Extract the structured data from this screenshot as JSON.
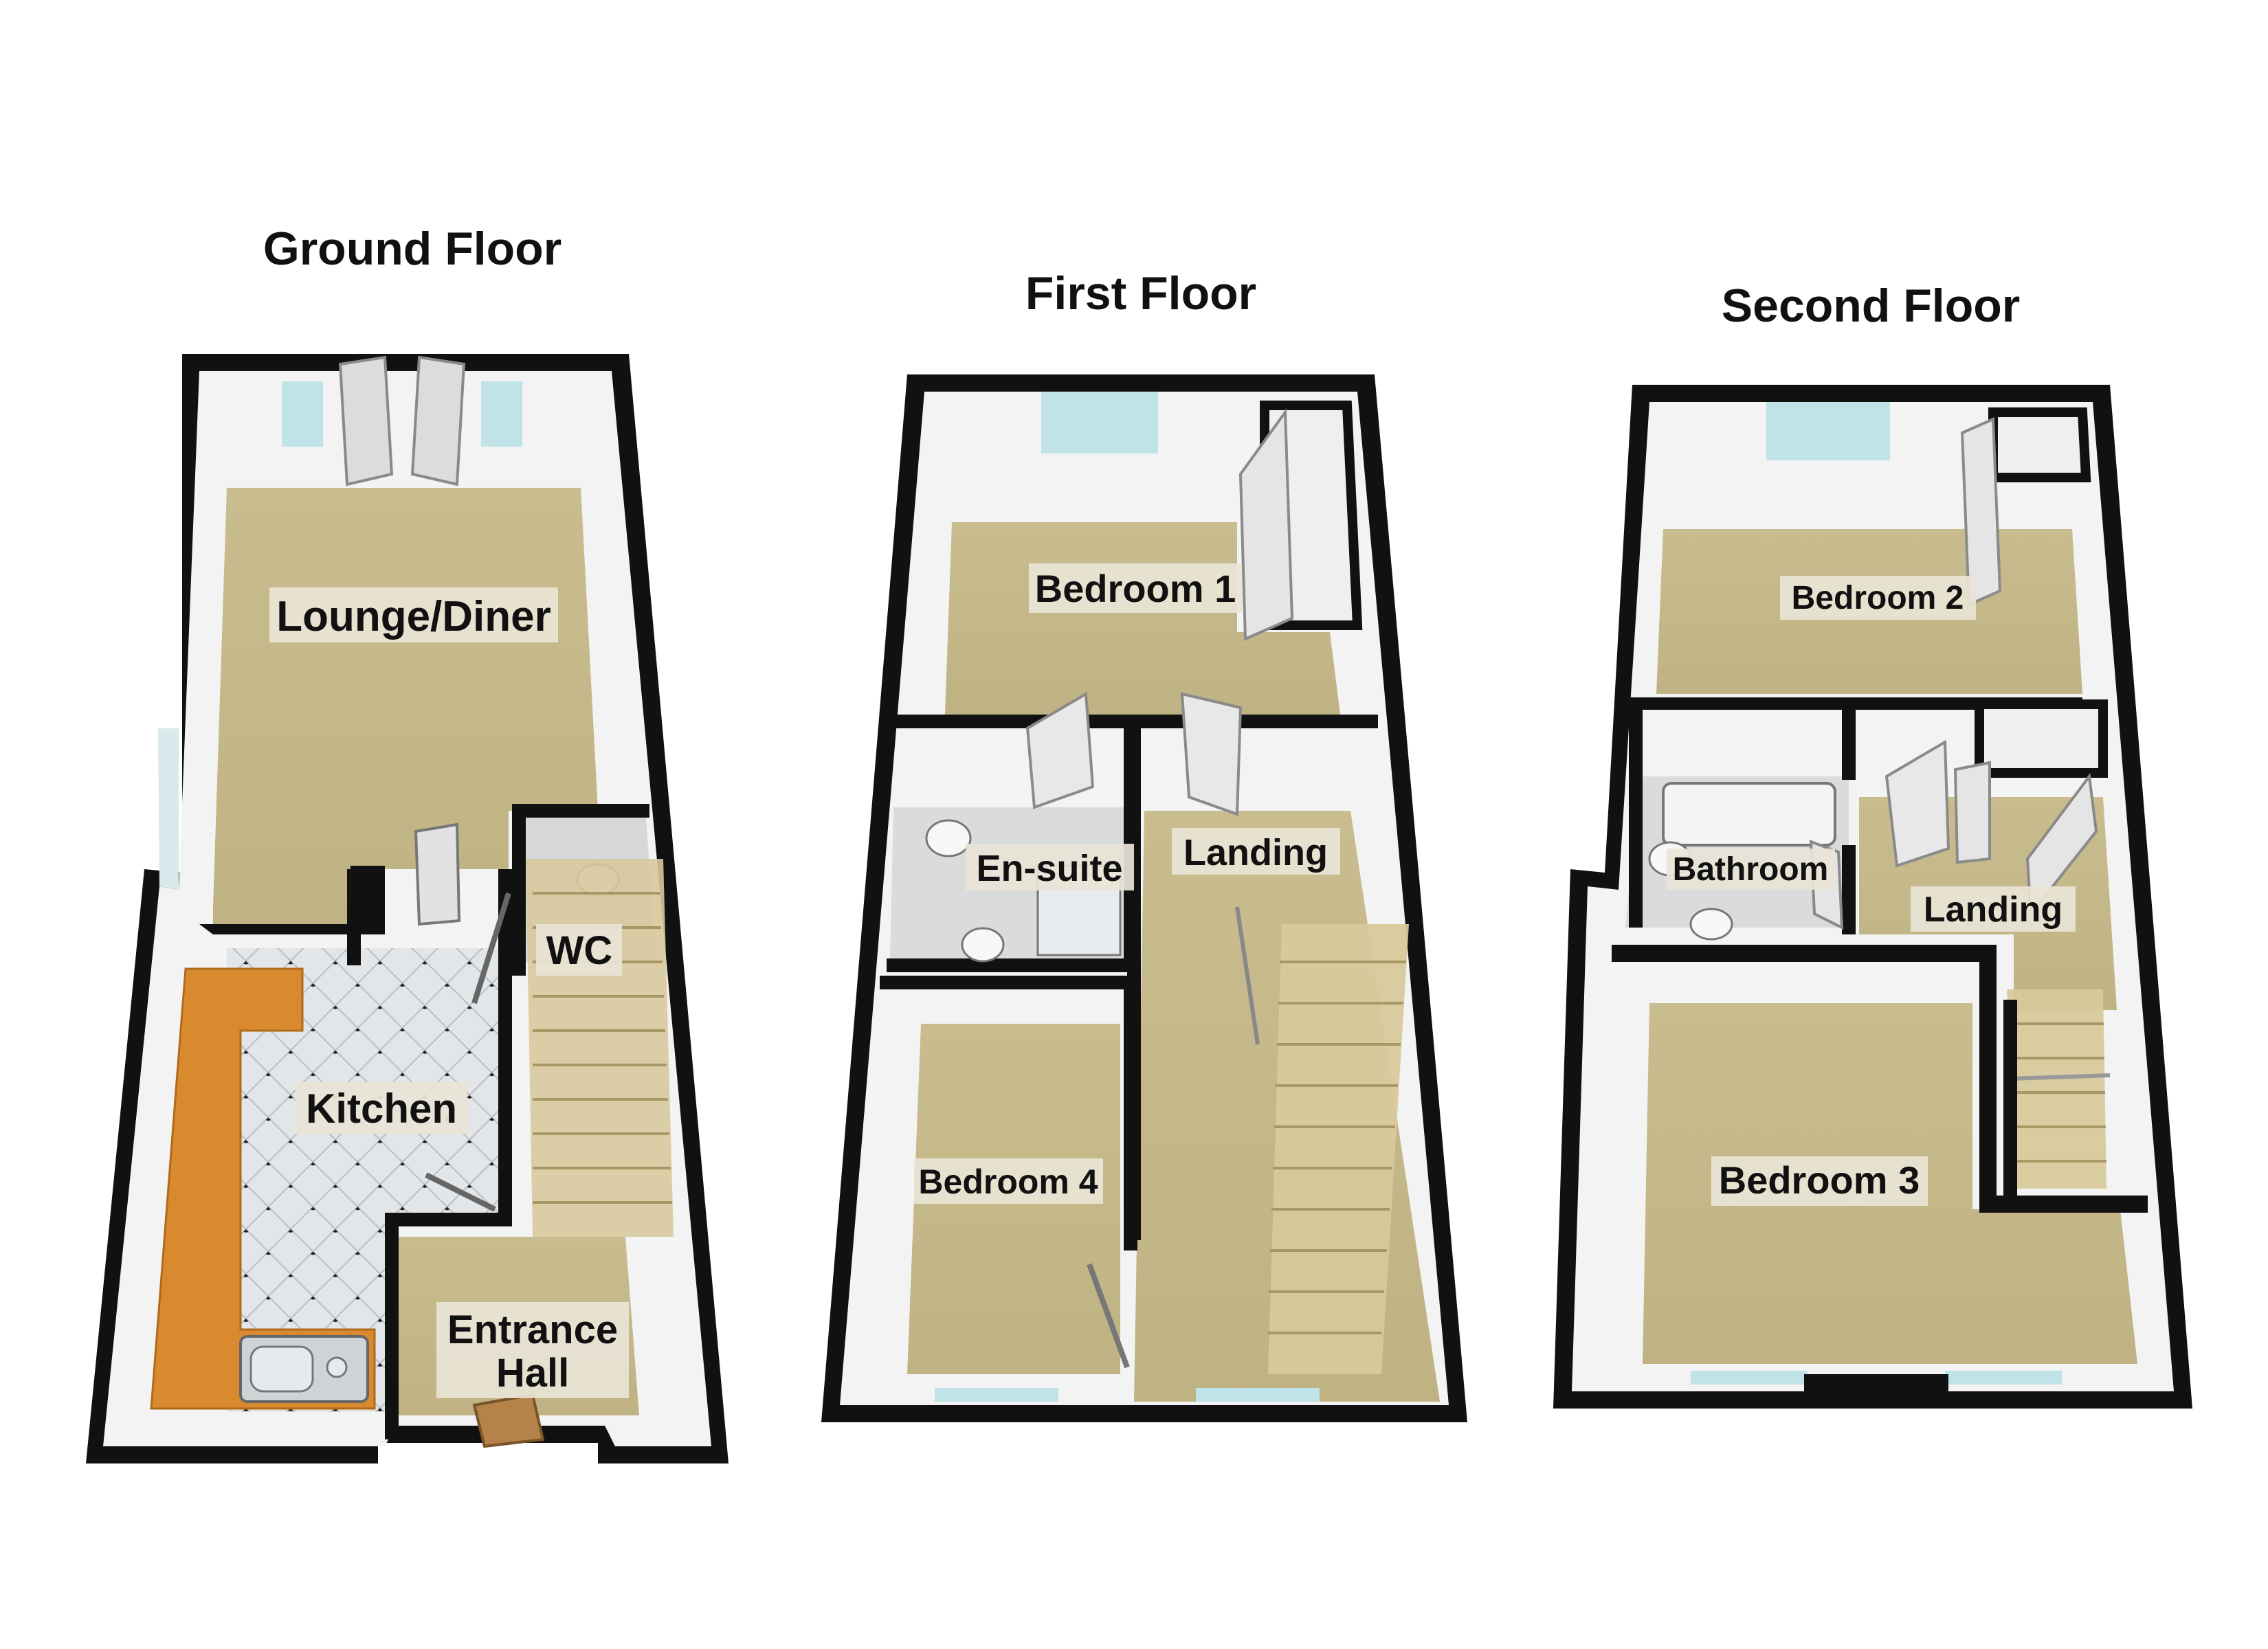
{
  "floors": [
    {
      "title": "Ground Floor",
      "rooms": {
        "lounge": "Lounge/Diner",
        "kitchen": "Kitchen",
        "wc": "WC",
        "entrance_line1": "Entrance",
        "entrance_line2": "Hall"
      }
    },
    {
      "title": "First Floor",
      "rooms": {
        "bedroom1": "Bedroom 1",
        "ensuite": "En-suite",
        "landing": "Landing",
        "bedroom4": "Bedroom 4"
      }
    },
    {
      "title": "Second Floor",
      "rooms": {
        "bedroom2": "Bedroom 2",
        "bathroom": "Bathroom",
        "landing": "Landing",
        "bedroom3": "Bedroom 3"
      }
    }
  ],
  "colors": {
    "wall": "#111111",
    "carpet": "#cbbf92",
    "wall_face": "#f2f2f2",
    "worktop": "#d98a2e",
    "tile": "#dfe3e6",
    "stairs": "#d8c99c",
    "window": "#bfe3e6"
  }
}
